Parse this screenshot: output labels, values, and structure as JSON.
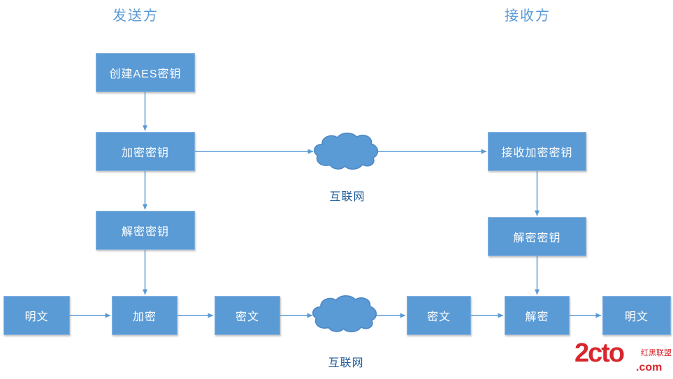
{
  "titles": {
    "sender": "发送方",
    "receiver": "接收方"
  },
  "nodes": {
    "create_aes_key": "创建AES密钥",
    "encrypt_key": "加密密钥",
    "decrypt_key_sender": "解密密钥",
    "receive_encrypted_key": "接收加密密钥",
    "decrypt_key_receiver": "解密密钥",
    "plaintext_left": "明文",
    "encrypt": "加密",
    "ciphertext_left": "密文",
    "ciphertext_right": "密文",
    "decrypt": "解密",
    "plaintext_right": "明文"
  },
  "internet": {
    "top": "互联网",
    "bottom": "互联网"
  },
  "logo": {
    "brand": "2cto",
    "suffix": ".com",
    "tagline": "红黑联盟"
  },
  "colors": {
    "box_fill": "#5B9BD5",
    "box_border": "#84B1E0",
    "box_text": "#FFFFFF",
    "arrow": "#5B9BD5",
    "title_text": "#5B9BD5",
    "internet_text": "#1F5C99",
    "cloud_fill": "#5B9BD5",
    "cloud_stroke": "#4E88C5",
    "logo_red": "#D7262C"
  }
}
